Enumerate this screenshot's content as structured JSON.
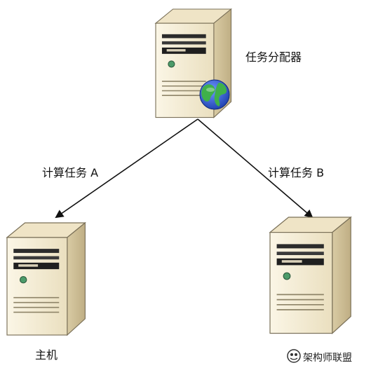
{
  "dispatcher": {
    "label": "任务分配器"
  },
  "edges": [
    {
      "label": "计算任务 A"
    },
    {
      "label": "计算任务 B"
    }
  ],
  "hosts": [
    {
      "label": "主机"
    }
  ],
  "watermark": {
    "text": "架构师联盟"
  },
  "colors": {
    "server_body": "#f3ead2",
    "server_shadow": "#d8c9a3",
    "server_outline": "#6b6250",
    "led": "#4c9b6a",
    "globe_land": "#3fb04a",
    "globe_sea": "#2553c8",
    "arrow": "#111111"
  }
}
